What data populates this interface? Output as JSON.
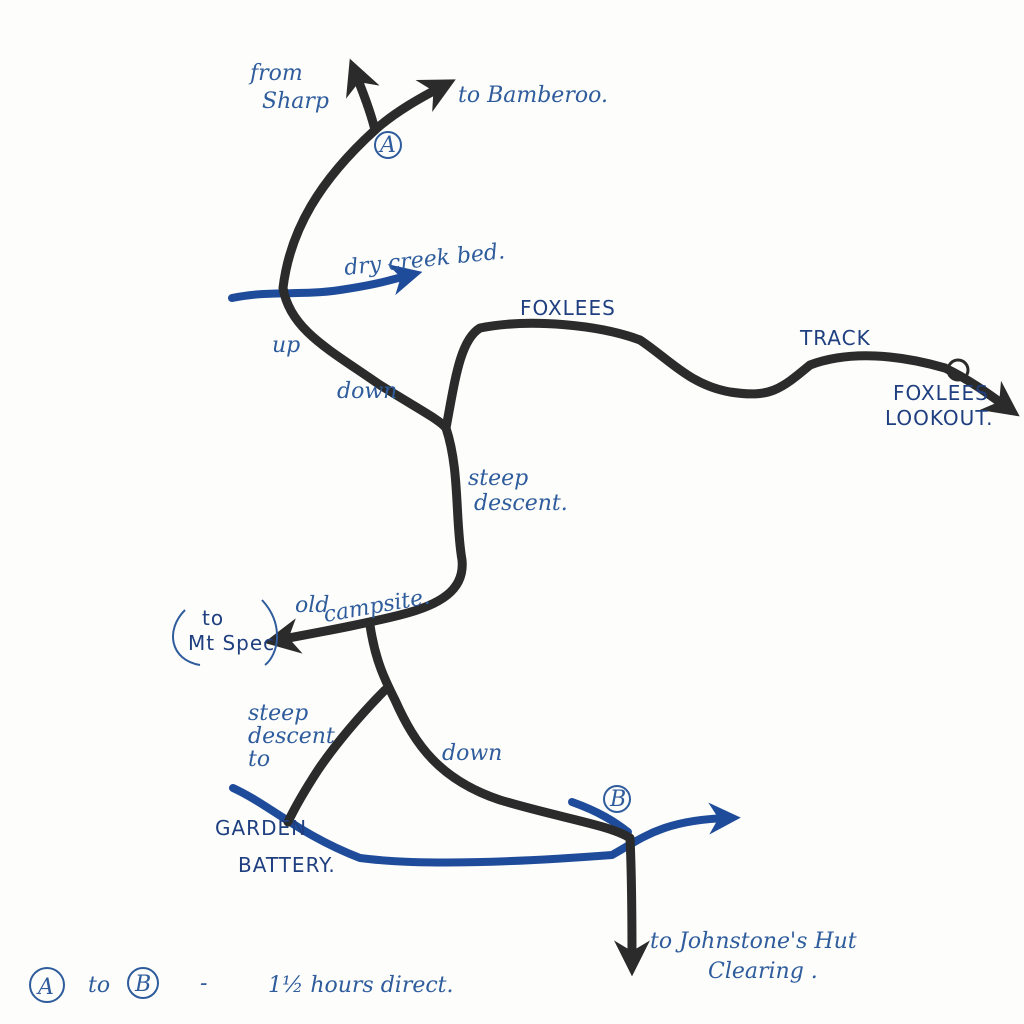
{
  "labels": {
    "from_sharp": [
      "from",
      "Sharp"
    ],
    "to_bamberoo": "to Bamberoo.",
    "marker_a": "A",
    "marker_b": "B",
    "dry_creek_bed": "dry creek bed.",
    "foxlees": "FOXLEES",
    "track": "TRACK",
    "foxlees_lookout": [
      "FOXLEES",
      "LOOKOUT."
    ],
    "up": "up",
    "down_upper": "down",
    "steep_descent": [
      "steep",
      "descent."
    ],
    "old_campsite": [
      "old",
      "campsite."
    ],
    "to_mt_spec": [
      "to",
      "Mt Spec"
    ],
    "steep_descent_to": [
      "steep",
      "descent",
      "to"
    ],
    "garden_battery": [
      "GARDEN",
      "BATTERY."
    ],
    "down_lower": "down",
    "to_johnstones": [
      "to Johnstone's Hut",
      "Clearing ."
    ],
    "legend": {
      "a": "A",
      "to": "to",
      "b": "B",
      "dash": "-",
      "text": "1½ hours direct."
    }
  },
  "colors": {
    "track": "#2b2b2b",
    "creek": "#1f4c9a",
    "ink": "#2e5c9c"
  }
}
